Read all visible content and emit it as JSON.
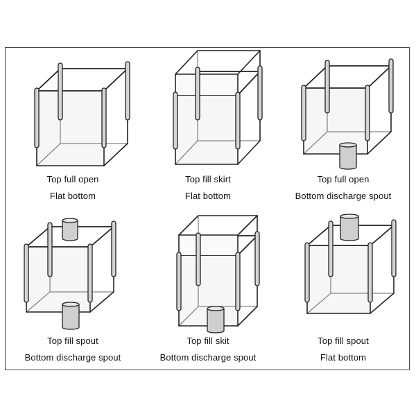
{
  "colors": {
    "line": "#222222",
    "loop_fill": "#d4d4d4",
    "spout_fill": "#cfcfcf",
    "box_fill": "#f6f6f6"
  },
  "bags": [
    {
      "fill": "Top full open",
      "bottom": "Flat bottom",
      "icon": "bag-top-open-flat-bottom-icon"
    },
    {
      "fill": "Top fill skirt",
      "bottom": "Flat bottom",
      "icon": "bag-skirt-flat-bottom-icon"
    },
    {
      "fill": "Top full open",
      "bottom": "Bottom discharge spout",
      "icon": "bag-top-open-bottom-spout-icon"
    },
    {
      "fill": "Top fill spout",
      "bottom": "Bottom discharge spout",
      "icon": "bag-top-spout-bottom-spout-icon"
    },
    {
      "fill": "Top fill skit",
      "bottom": "Bottom discharge spout",
      "icon": "bag-skirt-bottom-spout-icon"
    },
    {
      "fill": "Top fill spout",
      "bottom": "Flat bottom",
      "icon": "bag-top-spout-flat-bottom-icon"
    }
  ]
}
